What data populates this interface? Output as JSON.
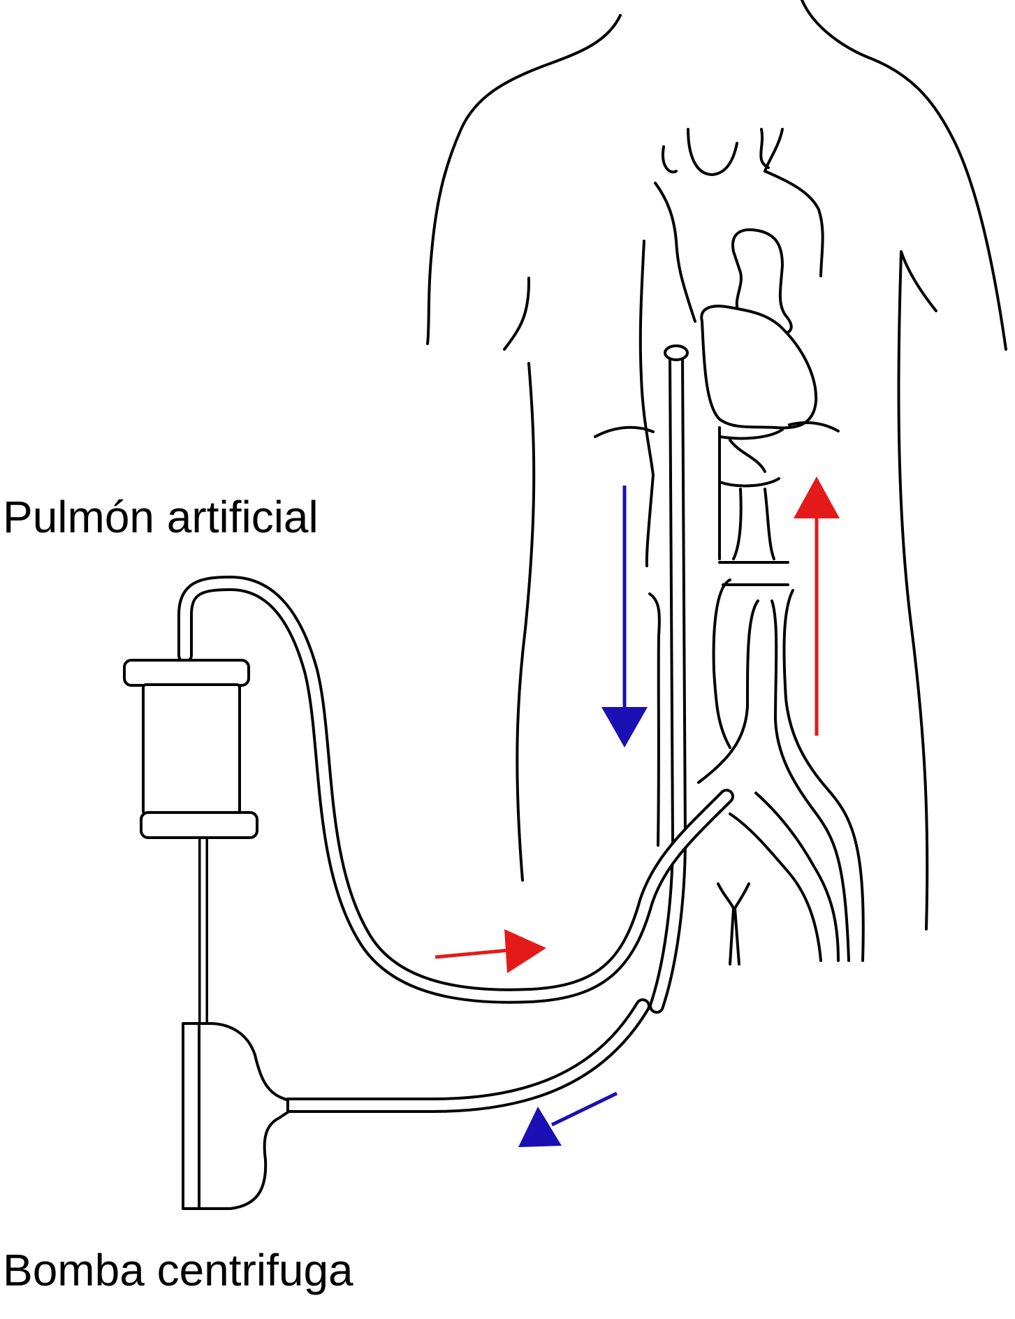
{
  "labels": {
    "artificial_lung": "Pulmón artificial",
    "centrifugal_pump": "Bomba centrifuga"
  },
  "colors": {
    "venous_flow": "#1a10b4",
    "arterial_flow": "#e41a1a",
    "line": "#000000",
    "background": "#ffffff"
  },
  "flow_arrows": [
    {
      "name": "venous-down-arrow",
      "direction": "down",
      "color": "venous_flow"
    },
    {
      "name": "arterial-up-arrow",
      "direction": "up",
      "color": "arterial_flow"
    },
    {
      "name": "arterial-return-arrow",
      "direction": "right",
      "color": "arterial_flow"
    },
    {
      "name": "venous-drainage-arrow",
      "direction": "down-left",
      "color": "venous_flow"
    }
  ]
}
